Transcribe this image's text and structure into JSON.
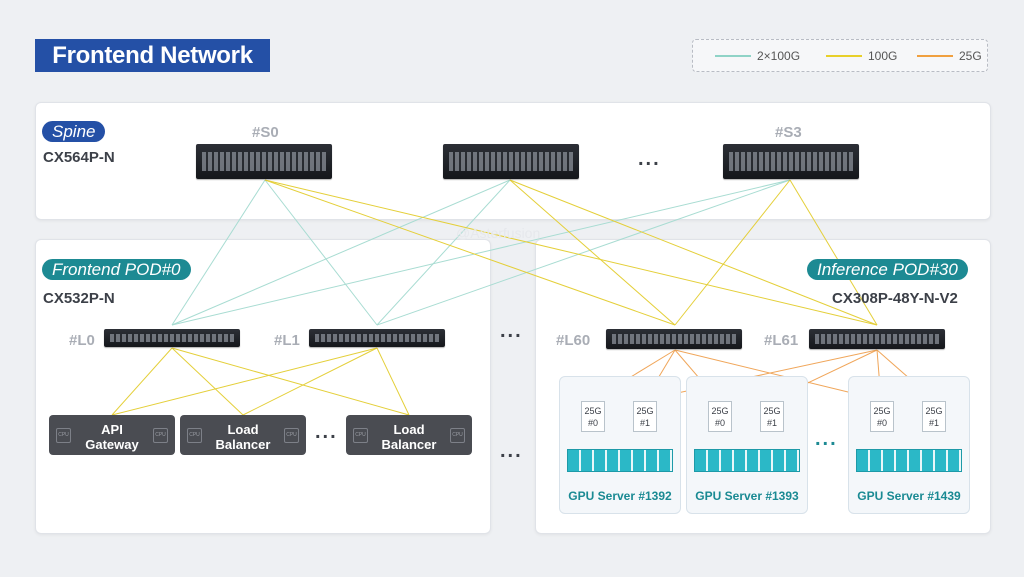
{
  "title": "Frontend Network",
  "legend": {
    "items": [
      {
        "label": "2×100G",
        "color": "#8fd3c7"
      },
      {
        "label": "100G",
        "color": "#e8d02a"
      },
      {
        "label": "25G",
        "color": "#f0a040"
      }
    ]
  },
  "spine": {
    "pill": "Spine",
    "model": "CX564P-N",
    "labels": [
      "#S0",
      "#S3"
    ],
    "dots": "..."
  },
  "frontend_pod": {
    "pill": "Frontend POD#0",
    "model": "CX532P-N",
    "leaf_labels": [
      "#L0",
      "#L1"
    ],
    "apps": [
      {
        "name": "API\nGateway"
      },
      {
        "name": "Load\nBalancer"
      },
      {
        "name": "Load\nBalancer"
      }
    ],
    "dots": "...",
    "cpu": "CPU"
  },
  "middle_dots": "...",
  "inference_pod": {
    "pill": "Inference POD#30",
    "model": "CX308P-48Y-N-V2",
    "leaf_labels": [
      "#L60",
      "#L61"
    ],
    "nics": [
      "25G\n#0",
      "25G\n#1"
    ],
    "servers": [
      "GPU Server #1392",
      "GPU Server #1393",
      "GPU Server #1439"
    ],
    "dots": "..."
  },
  "watermark": "@Asterfusion",
  "colors": {
    "brand": "#2450a6",
    "teal": "#1d8a93"
  }
}
